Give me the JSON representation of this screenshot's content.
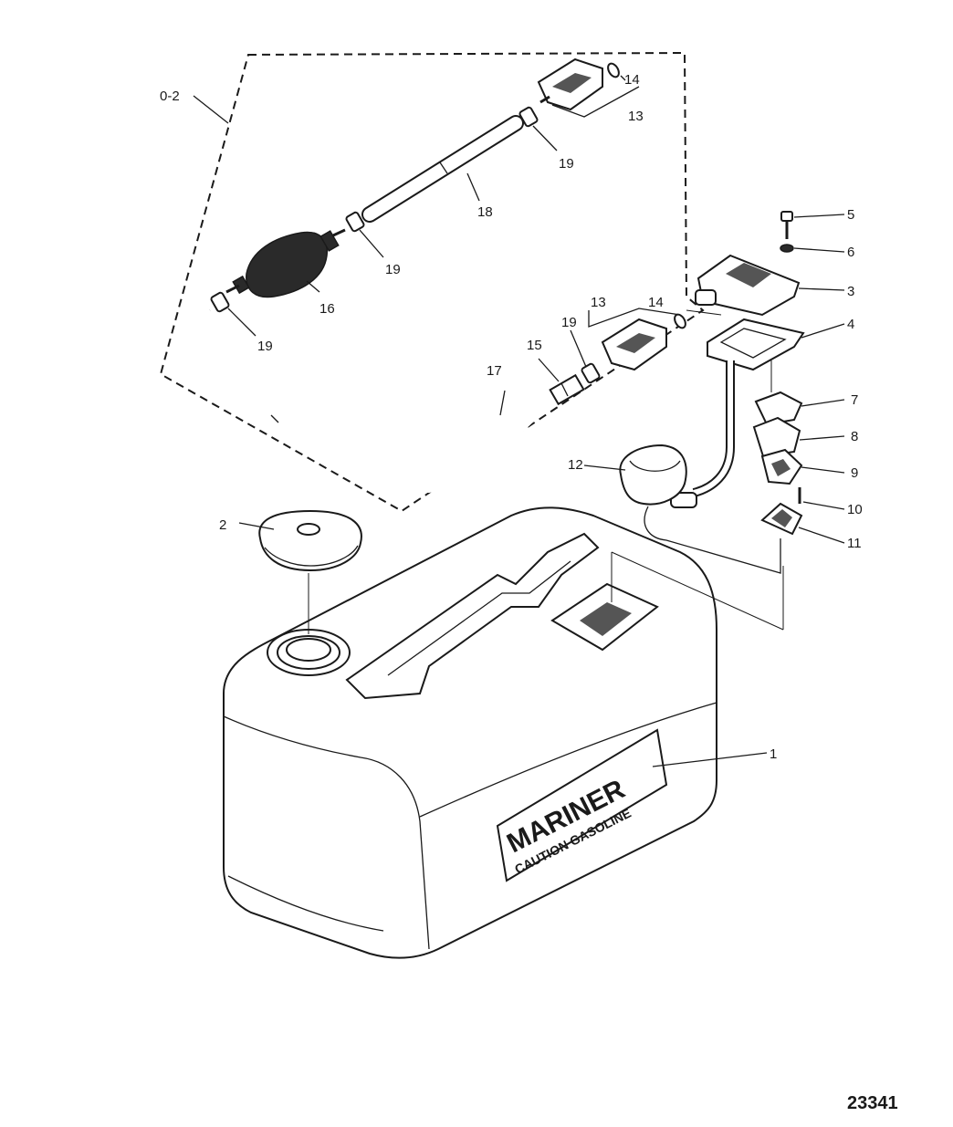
{
  "kit_label": "0-2",
  "figure_number": "23341",
  "tank_label": {
    "brand": "MARINER",
    "warning": "CAUTION GASOLINE"
  },
  "callouts": [
    "1",
    "2",
    "3",
    "4",
    "5",
    "6",
    "7",
    "8",
    "9",
    "10",
    "11",
    "12",
    "13",
    "13",
    "14",
    "14",
    "15",
    "16",
    "17",
    "18",
    "19",
    "19",
    "19",
    "19"
  ]
}
